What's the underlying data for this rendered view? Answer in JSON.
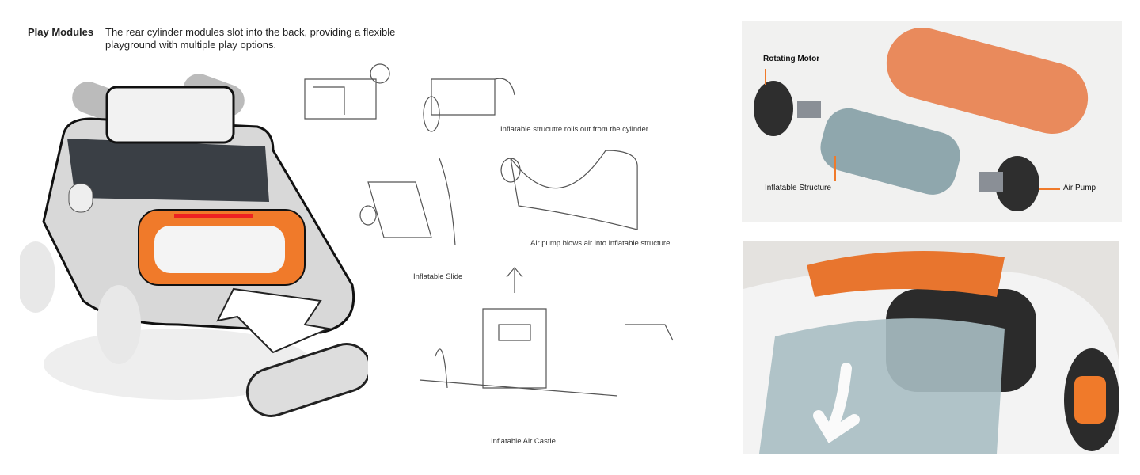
{
  "header": {
    "title": "Play Modules",
    "description": "The rear cylinder modules slot into the back, providing a flexible playground with multiple play options."
  },
  "sketches": {
    "roll_out": "Inflatable strucutre rolls out from the cylinder",
    "air_pump": "Air pump blows air into inflatable structure",
    "slide": "Inflatable Slide",
    "castle": "Inflatable Air Castle"
  },
  "exploded_view": {
    "motor": "Rotating Motor",
    "structure": "Inflatable Structure",
    "pump": "Air Pump"
  },
  "colors": {
    "accent": "#f07a2a",
    "cylinder": "#e98a5c",
    "inflatable": "#8fa7ad"
  }
}
